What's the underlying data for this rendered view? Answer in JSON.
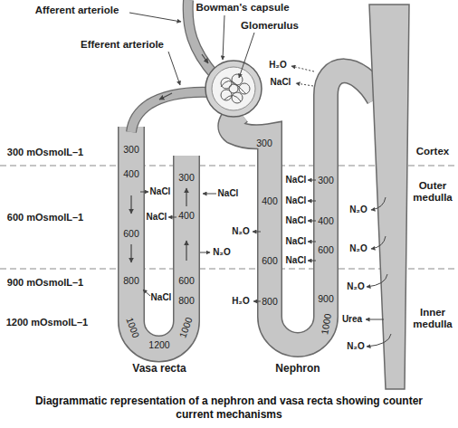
{
  "diagram": {
    "caption": "Diagrammatic representation of a nephron and vasa recta showing counter current mechanisms",
    "labels": [
      "Afferent arteriole",
      "Bowman's capsule",
      "Glomerulus",
      "Efferent arteriole",
      "H₂O",
      "NaCl",
      "Cortex",
      "300 mOsmolL–1",
      "300",
      "300",
      "300",
      "NaCl",
      "400",
      "NaCl",
      "Outer medulla",
      "300",
      "NaCl",
      "NaCl",
      "400",
      "N₂O",
      "600 mOsmolL–1",
      "NaCl",
      "400",
      "NaCl",
      "400",
      "N₂O",
      "600",
      "NaCl",
      "N₂O",
      "600",
      "N₂O",
      "600",
      "NaCl",
      "800",
      "600",
      "900 mOsmolL–1",
      "N₂O",
      "NaCl",
      "800",
      "H₂O",
      "800",
      "900",
      "Urea",
      "Inner medulla",
      "1000",
      "1000",
      "1000",
      "1200 mOsmolL–1",
      "1200",
      "N₂O",
      "Vasa recta",
      "Nephron"
    ]
  }
}
